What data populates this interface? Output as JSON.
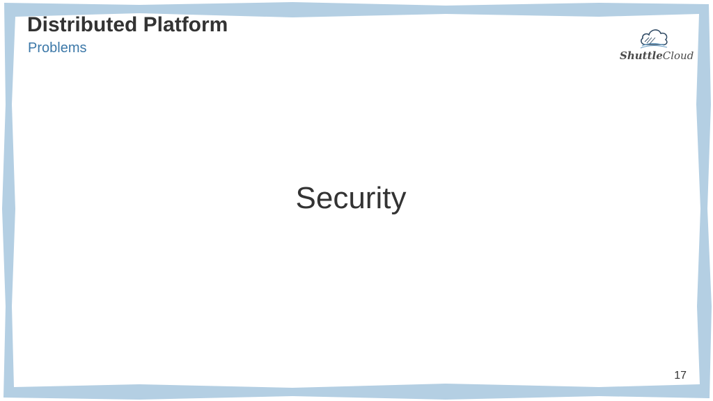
{
  "slide": {
    "title": "Distributed Platform",
    "subtitle": "Problems",
    "main_text": "Security",
    "page_number": "17"
  },
  "logo": {
    "text_part1": "Shuttle",
    "text_part2": "Cloud",
    "icon": "cloud-icon"
  },
  "colors": {
    "frame": "#b4cfe3",
    "title": "#333333",
    "subtitle": "#3c78a8",
    "background": "#ffffff"
  }
}
